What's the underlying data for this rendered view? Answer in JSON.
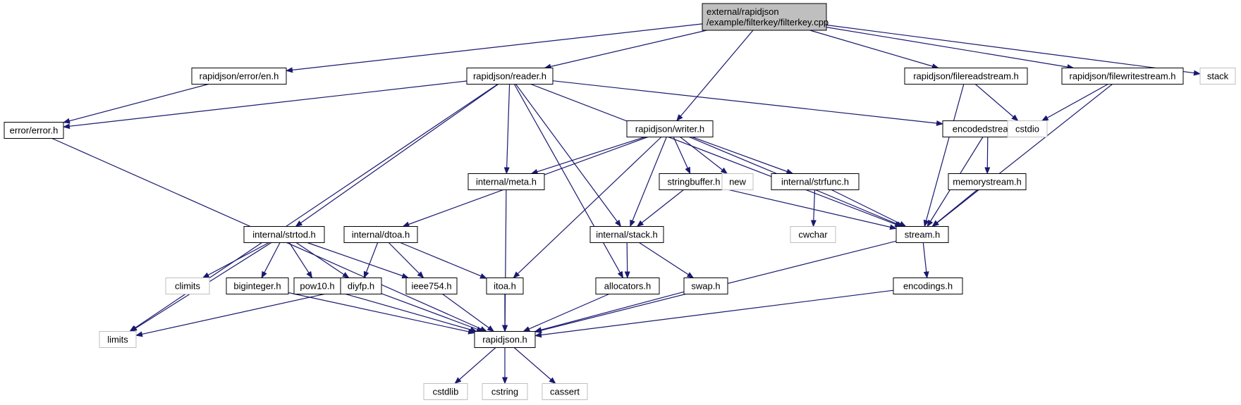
{
  "graph": {
    "style": {
      "edge_color": "#191970",
      "node_border": "#000000",
      "node_fill": "#ffffff",
      "root_fill": "#bfbfbf",
      "external_border": "#bfbfbf",
      "external_text": "#000000"
    },
    "nodes": [
      {
        "id": "filterkey",
        "lines": [
          "external/rapidjson",
          "/example/filterkey/filterkey.cpp"
        ],
        "kind": "root"
      },
      {
        "id": "error_en",
        "lines": [
          "rapidjson/error/en.h"
        ],
        "kind": "file"
      },
      {
        "id": "reader",
        "lines": [
          "rapidjson/reader.h"
        ],
        "kind": "file"
      },
      {
        "id": "writer",
        "lines": [
          "rapidjson/writer.h"
        ],
        "kind": "file"
      },
      {
        "id": "filereadstream",
        "lines": [
          "rapidjson/filereadstream.h"
        ],
        "kind": "file"
      },
      {
        "id": "filewritestream",
        "lines": [
          "rapidjson/filewritestream.h"
        ],
        "kind": "file"
      },
      {
        "id": "stack_std",
        "lines": [
          "stack"
        ],
        "kind": "external"
      },
      {
        "id": "error_error",
        "lines": [
          "error/error.h"
        ],
        "kind": "file"
      },
      {
        "id": "encodedstream",
        "lines": [
          "encodedstream.h"
        ],
        "kind": "file"
      },
      {
        "id": "cstdio",
        "lines": [
          "cstdio"
        ],
        "kind": "external"
      },
      {
        "id": "internal_meta",
        "lines": [
          "internal/meta.h"
        ],
        "kind": "file"
      },
      {
        "id": "stringbuffer",
        "lines": [
          "stringbuffer.h"
        ],
        "kind": "file"
      },
      {
        "id": "new_std",
        "lines": [
          "new"
        ],
        "kind": "external"
      },
      {
        "id": "internal_strfunc",
        "lines": [
          "internal/strfunc.h"
        ],
        "kind": "file"
      },
      {
        "id": "memorystream",
        "lines": [
          "memorystream.h"
        ],
        "kind": "file"
      },
      {
        "id": "internal_strtod",
        "lines": [
          "internal/strtod.h"
        ],
        "kind": "file"
      },
      {
        "id": "internal_dtoa",
        "lines": [
          "internal/dtoa.h"
        ],
        "kind": "file"
      },
      {
        "id": "internal_stack",
        "lines": [
          "internal/stack.h"
        ],
        "kind": "file"
      },
      {
        "id": "cwchar",
        "lines": [
          "cwchar"
        ],
        "kind": "external"
      },
      {
        "id": "stream",
        "lines": [
          "stream.h"
        ],
        "kind": "file"
      },
      {
        "id": "climits",
        "lines": [
          "climits"
        ],
        "kind": "external"
      },
      {
        "id": "biginteger",
        "lines": [
          "biginteger.h"
        ],
        "kind": "file"
      },
      {
        "id": "pow10",
        "lines": [
          "pow10.h"
        ],
        "kind": "file"
      },
      {
        "id": "diyfp",
        "lines": [
          "diyfp.h"
        ],
        "kind": "file"
      },
      {
        "id": "ieee754",
        "lines": [
          "ieee754.h"
        ],
        "kind": "file"
      },
      {
        "id": "itoa",
        "lines": [
          "itoa.h"
        ],
        "kind": "file"
      },
      {
        "id": "allocators",
        "lines": [
          "allocators.h"
        ],
        "kind": "file"
      },
      {
        "id": "swap",
        "lines": [
          "swap.h"
        ],
        "kind": "file"
      },
      {
        "id": "encodings",
        "lines": [
          "encodings.h"
        ],
        "kind": "file"
      },
      {
        "id": "limits",
        "lines": [
          "limits"
        ],
        "kind": "external"
      },
      {
        "id": "rapidjson",
        "lines": [
          "rapidjson.h"
        ],
        "kind": "file"
      },
      {
        "id": "cstdlib",
        "lines": [
          "cstdlib"
        ],
        "kind": "external"
      },
      {
        "id": "cstring",
        "lines": [
          "cstring"
        ],
        "kind": "external"
      },
      {
        "id": "cassert",
        "lines": [
          "cassert"
        ],
        "kind": "external"
      }
    ],
    "edges": [
      [
        "filterkey",
        "error_en"
      ],
      [
        "filterkey",
        "reader"
      ],
      [
        "filterkey",
        "writer"
      ],
      [
        "filterkey",
        "filereadstream"
      ],
      [
        "filterkey",
        "filewritestream"
      ],
      [
        "filterkey",
        "stack_std"
      ],
      [
        "error_en",
        "error_error"
      ],
      [
        "reader",
        "error_error"
      ],
      [
        "reader",
        "limits"
      ],
      [
        "reader",
        "internal_strtod"
      ],
      [
        "reader",
        "allocators"
      ],
      [
        "reader",
        "internal_meta"
      ],
      [
        "reader",
        "internal_stack"
      ],
      [
        "reader",
        "stream"
      ],
      [
        "reader",
        "encodedstream"
      ],
      [
        "writer",
        "internal_dtoa"
      ],
      [
        "writer",
        "itoa"
      ],
      [
        "writer",
        "internal_meta"
      ],
      [
        "writer",
        "internal_stack"
      ],
      [
        "writer",
        "stringbuffer"
      ],
      [
        "writer",
        "new_std"
      ],
      [
        "writer",
        "internal_strfunc"
      ],
      [
        "writer",
        "stream"
      ],
      [
        "filereadstream",
        "cstdio"
      ],
      [
        "filereadstream",
        "stream"
      ],
      [
        "filewritestream",
        "cstdio"
      ],
      [
        "filewritestream",
        "stream"
      ],
      [
        "error_error",
        "rapidjson"
      ],
      [
        "encodedstream",
        "memorystream"
      ],
      [
        "encodedstream",
        "stream"
      ],
      [
        "memorystream",
        "stream"
      ],
      [
        "internal_meta",
        "rapidjson"
      ],
      [
        "stringbuffer",
        "internal_stack"
      ],
      [
        "stringbuffer",
        "stream"
      ],
      [
        "internal_strfunc",
        "cwchar"
      ],
      [
        "internal_strfunc",
        "stream"
      ],
      [
        "internal_strtod",
        "limits"
      ],
      [
        "internal_strtod",
        "climits"
      ],
      [
        "internal_strtod",
        "biginteger"
      ],
      [
        "internal_strtod",
        "pow10"
      ],
      [
        "internal_strtod",
        "diyfp"
      ],
      [
        "internal_strtod",
        "ieee754"
      ],
      [
        "internal_dtoa",
        "diyfp"
      ],
      [
        "internal_dtoa",
        "ieee754"
      ],
      [
        "internal_dtoa",
        "itoa"
      ],
      [
        "internal_stack",
        "allocators"
      ],
      [
        "internal_stack",
        "swap"
      ],
      [
        "stream",
        "encodings"
      ],
      [
        "stream",
        "rapidjson"
      ],
      [
        "biginteger",
        "rapidjson"
      ],
      [
        "pow10",
        "rapidjson"
      ],
      [
        "diyfp",
        "limits"
      ],
      [
        "diyfp",
        "rapidjson"
      ],
      [
        "ieee754",
        "rapidjson"
      ],
      [
        "itoa",
        "rapidjson"
      ],
      [
        "allocators",
        "rapidjson"
      ],
      [
        "swap",
        "rapidjson"
      ],
      [
        "encodings",
        "rapidjson"
      ],
      [
        "rapidjson",
        "cstdlib"
      ],
      [
        "rapidjson",
        "cstring"
      ],
      [
        "rapidjson",
        "cassert"
      ]
    ]
  }
}
